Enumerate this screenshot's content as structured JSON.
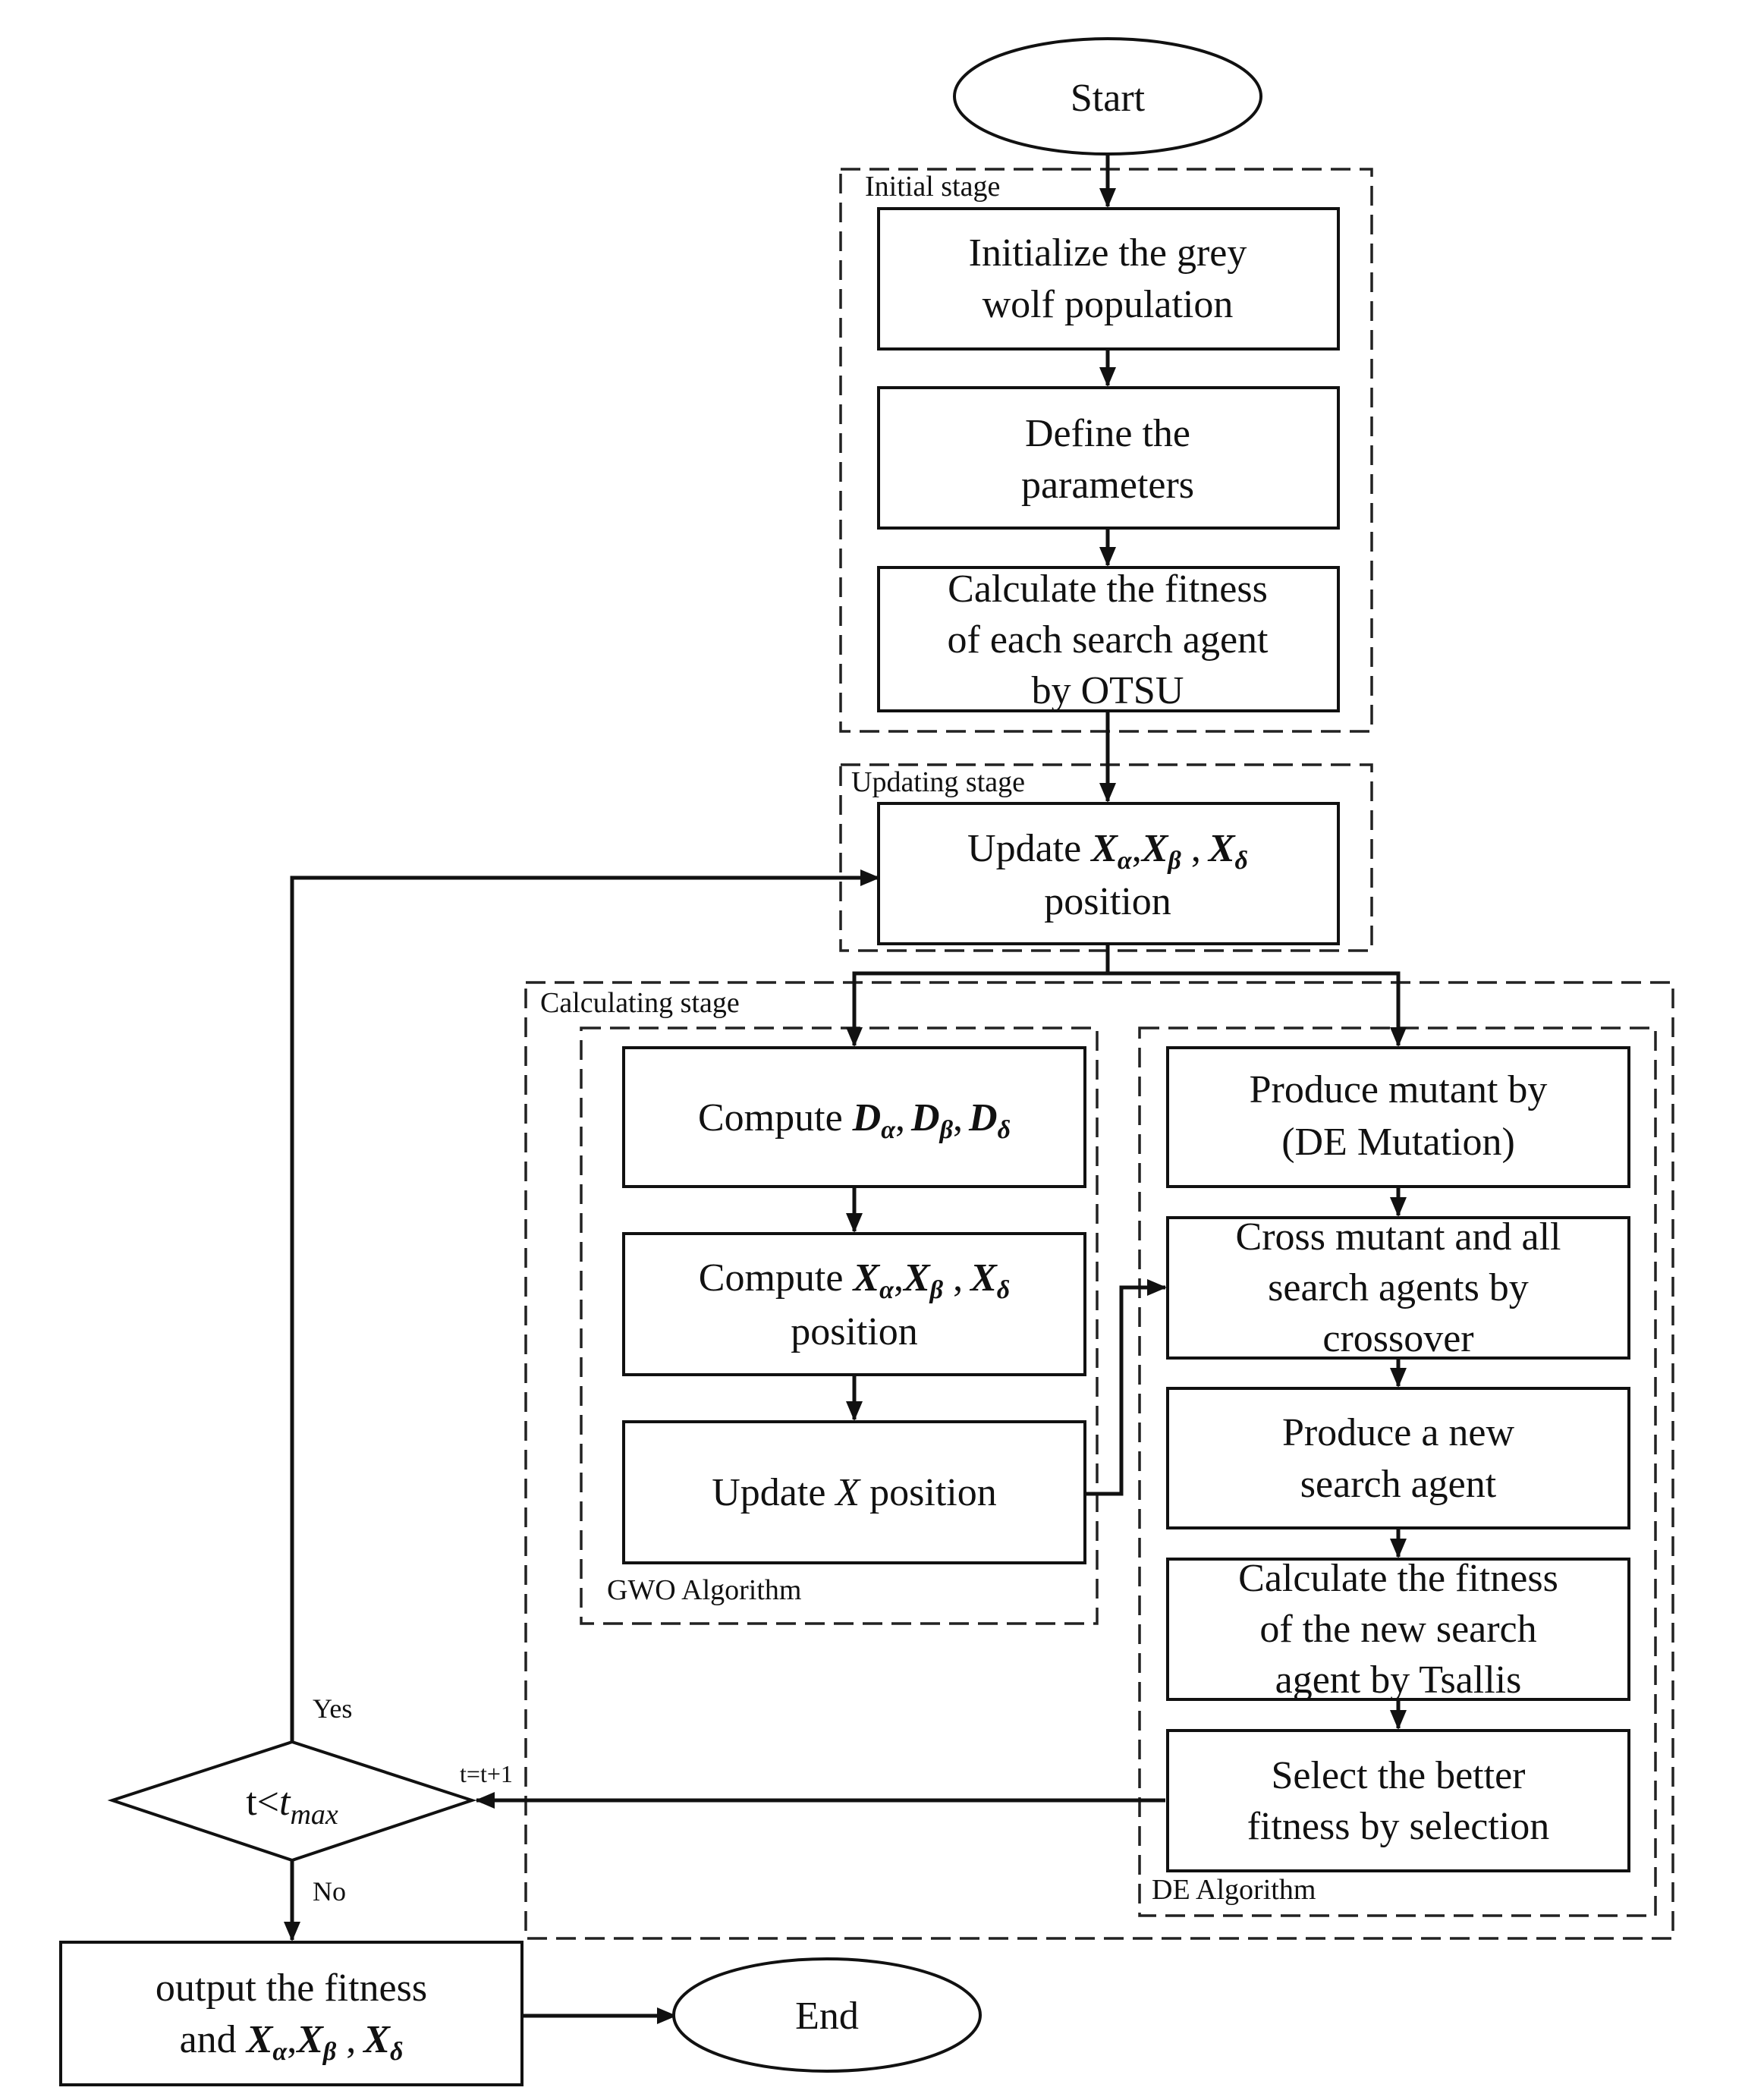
{
  "start_label": "Start",
  "end_label": "End",
  "stages": {
    "initial": "Initial stage",
    "updating": "Updating stage",
    "calculating": "Calculating stage",
    "gwo": "GWO Algorithm",
    "de": "DE Algorithm"
  },
  "initial_steps": {
    "init_population": [
      "Initialize the grey",
      "wolf population"
    ],
    "define_params": [
      "Define the",
      "parameters"
    ],
    "calc_fitness_otsu": [
      "Calculate the fitness",
      "of each search agent",
      "by OTSU"
    ]
  },
  "update_positions": {
    "prefix": "Update ",
    "line2": "position"
  },
  "gwo_steps": {
    "compute_d": {
      "prefix": "Compute "
    },
    "compute_x": {
      "prefix": "Compute ",
      "line2": "position"
    },
    "update_x": {
      "prefix": "Update ",
      "var": "X",
      "suffix": " position"
    }
  },
  "de_steps": {
    "mutation": [
      "Produce mutant by",
      "(DE Mutation)"
    ],
    "crossover": [
      "Cross mutant and all",
      "search agents by",
      "crossover"
    ],
    "new_agent": [
      "Produce a new",
      "search agent"
    ],
    "tsallis": [
      "Calculate the fitness",
      "of the new search",
      "agent by Tsallis"
    ],
    "selection": [
      "Select the better",
      "fitness by selection"
    ]
  },
  "decision": {
    "text": "t<",
    "var": "t",
    "sub": "max",
    "yes": "Yes",
    "no": "No",
    "increment": "t=t+1"
  },
  "output": {
    "line1": "output the fitness",
    "prefix2": "and "
  },
  "symbols": {
    "X": "X",
    "D": "D",
    "alpha": "α",
    "beta": "β",
    "delta": "δ",
    "comma": ",",
    "comma_space": " ,"
  }
}
